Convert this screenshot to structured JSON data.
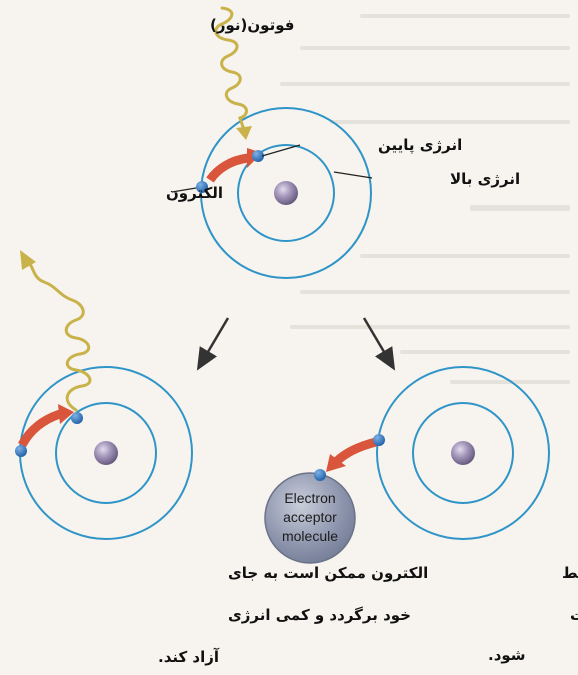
{
  "labels": {
    "photon": "فوتون(نور)",
    "low_energy": "انرژی پایین",
    "high_energy": "انرژی بالا",
    "electron": "الکترون",
    "molecule": [
      "Electron",
      "acceptor",
      "molecule"
    ]
  },
  "captions": {
    "left": [
      "الکترون ممکن است به جای",
      "خود برگردد و کمی انرژی",
      "آزاد کند."
    ],
    "right": [
      "الکترون ممکن است توسط",
      "پذیرنده ی الکترون دریافت",
      "شود."
    ]
  },
  "colors": {
    "orbit": "#2f94c7",
    "nucleus": "#8c7fa2",
    "electron": "#2c6cb3",
    "arrow_red": "#d9553b",
    "photon_wave": "#c9b24a",
    "molecule": "#8e96ae",
    "pointer_arrow": "#3a3a3a"
  }
}
